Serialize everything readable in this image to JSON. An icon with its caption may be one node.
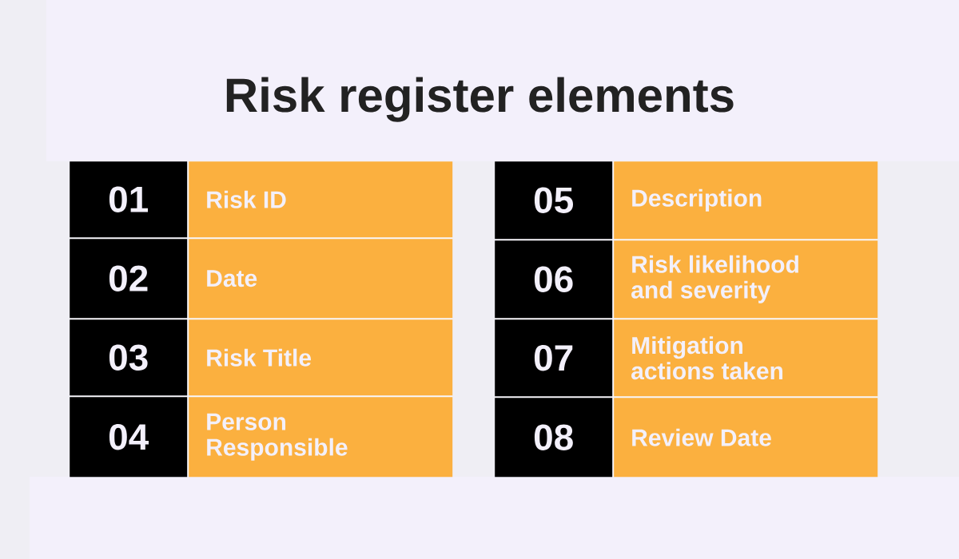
{
  "diagram": {
    "title": "Risk register elements",
    "nodes": [
      {
        "text": [
          "01"
        ]
      },
      {
        "text": [
          "Risk ID"
        ]
      },
      {
        "text": [
          "02"
        ]
      },
      {
        "text": [
          "Date"
        ]
      },
      {
        "text": [
          "03"
        ]
      },
      {
        "text": [
          "Risk Title"
        ]
      },
      {
        "text": [
          "04"
        ]
      },
      {
        "text": [
          "Person Responsible"
        ]
      },
      {
        "text": [
          "05"
        ]
      },
      {
        "text": [
          "Description"
        ]
      },
      {
        "text": [
          "06"
        ]
      },
      {
        "text": [
          "Risk likelihood and severity"
        ]
      },
      {
        "text": [
          "07"
        ]
      },
      {
        "text": [
          "Mitigation actions taken"
        ]
      },
      {
        "text": [
          "08"
        ]
      },
      {
        "text": [
          "Review Date"
        ]
      }
    ]
  }
}
